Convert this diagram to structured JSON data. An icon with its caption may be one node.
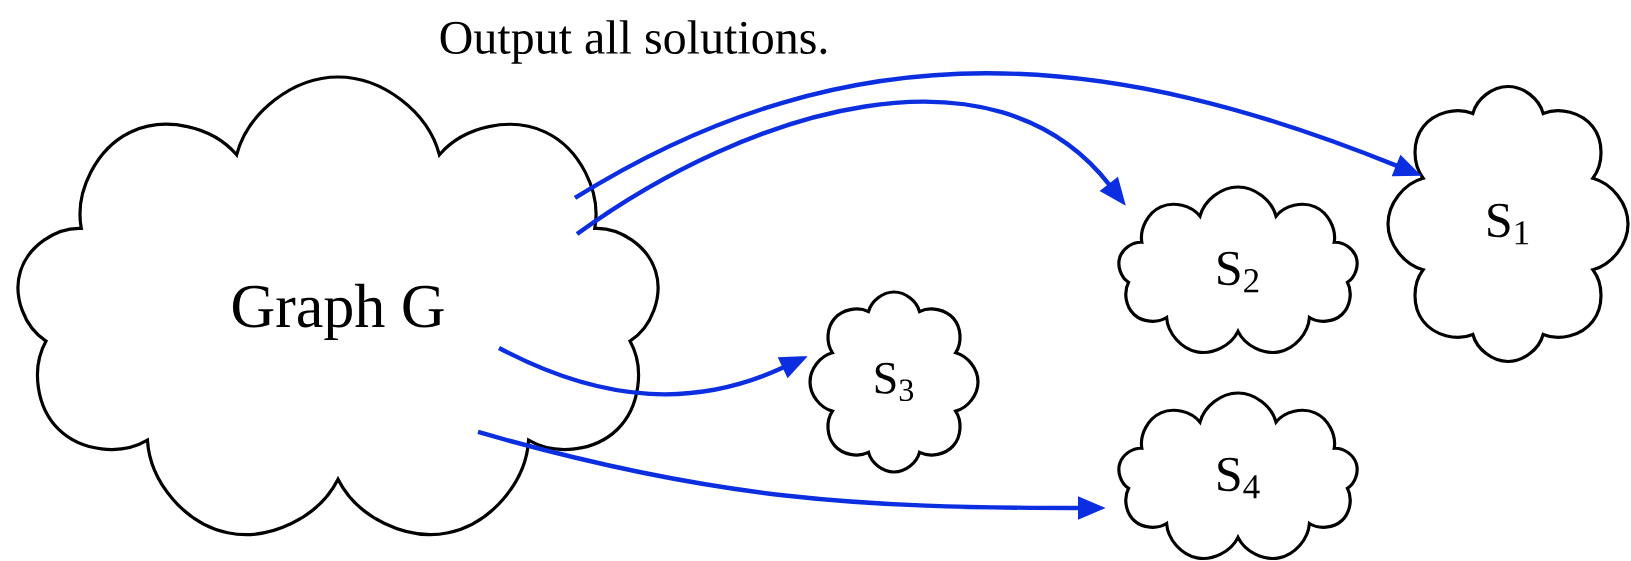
{
  "diagram": {
    "nodes": [
      {
        "text": [
          "Graph G"
        ]
      },
      {
        "text": [
          "S$_{1}$"
        ]
      },
      {
        "text": [
          "S$_{2}$"
        ]
      },
      {
        "text": [
          "S$_{3}$"
        ]
      },
      {
        "text": [
          "S$_{4}$"
        ]
      }
    ],
    "edges": [
      {
        "from": 0,
        "to": 1,
        "arrow": "to"
      },
      {
        "from": 0,
        "to": 2,
        "arrow": "to"
      },
      {
        "from": 0,
        "to": 3,
        "arrow": "to"
      },
      {
        "from": 0,
        "to": 4,
        "arrow": "to"
      }
    ],
    "labels": [
      "Output all solutions."
    ]
  }
}
